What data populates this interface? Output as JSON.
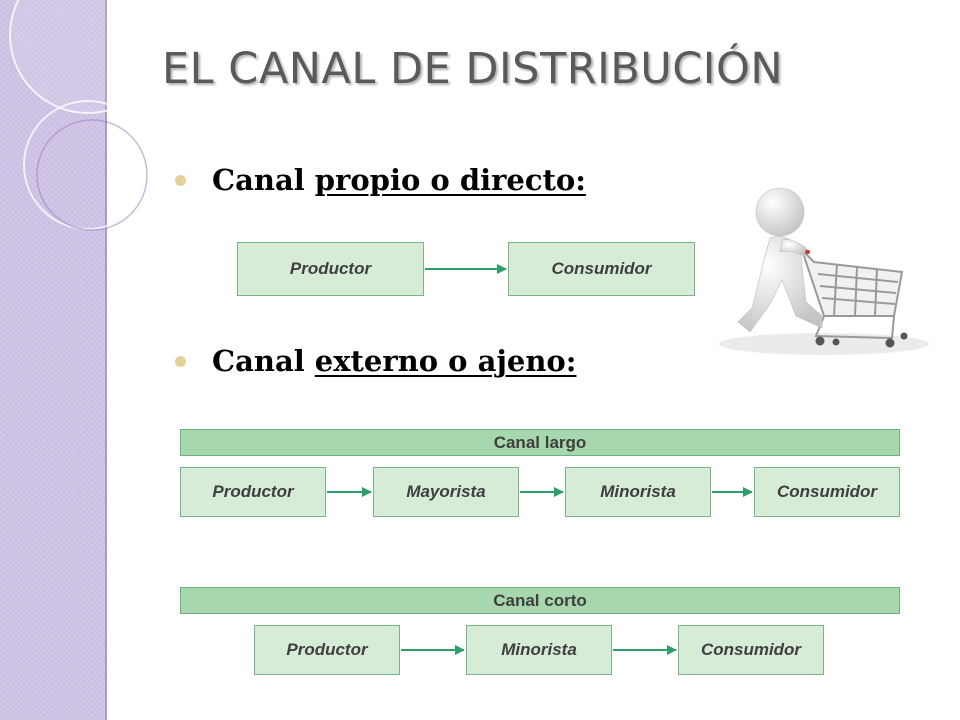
{
  "slide": {
    "title": "EL CANAL DE DISTRIBUCIÓN",
    "bullets": [
      {
        "prefix": "Canal",
        "underlined": "propio o directo:"
      },
      {
        "prefix": "Canal",
        "underlined": "externo o ajeno:"
      }
    ]
  },
  "diagrams": {
    "direct": {
      "nodes": [
        "Productor",
        "Consumidor"
      ]
    },
    "long": {
      "title": "Canal largo",
      "nodes": [
        "Productor",
        "Mayorista",
        "Minorista",
        "Consumidor"
      ]
    },
    "short": {
      "title": "Canal corto",
      "nodes": [
        "Productor",
        "Minorista",
        "Consumidor"
      ]
    }
  },
  "colors": {
    "sidebar": "#cbbfe2",
    "title_text": "#5a5a5a",
    "bullet_dot": "#e3d199",
    "node_fill": "#d6ecd7",
    "bar_fill": "#a7d7ad",
    "arrow": "#2e9e6a"
  },
  "illustration": {
    "icon": "person-pushing-shopping-cart-icon"
  }
}
